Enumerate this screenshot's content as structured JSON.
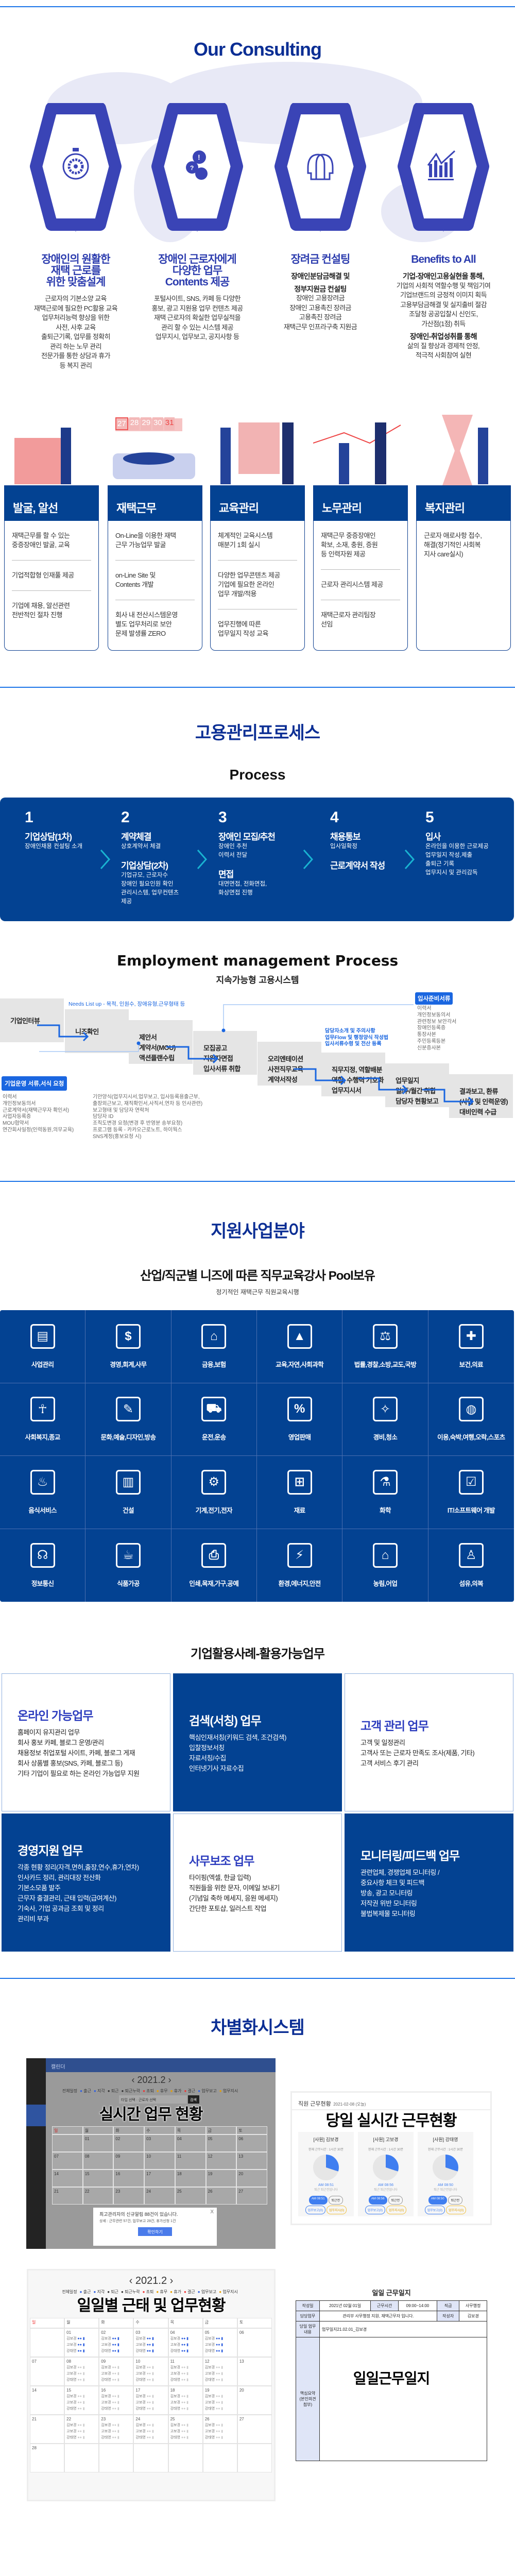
{
  "consulting": {
    "title": "Our Consulting",
    "items": [
      {
        "icon": "stopwatch-gear-icon",
        "heading": [
          "장애인의 원활한",
          "재택 근로를",
          "위한 맞춤설계"
        ],
        "lines": [
          {
            "t": "근로자의 기본소양 교육"
          },
          {
            "t": "재택근로에 필요한 PC활용 교육"
          },
          {
            "t": "업무처리능력 향상을 위한"
          },
          {
            "t": "사전, 사후 교육"
          },
          {
            "t": "출퇴근기록, 업무를 정확히"
          },
          {
            "t": "관리 하는 노무 관리"
          },
          {
            "t": "전문가를 통한 상담과 휴가"
          },
          {
            "t": "등 복지 관리"
          }
        ]
      },
      {
        "icon": "chat-bubbles-icon",
        "heading": [
          "장애인 근로자에게",
          "다양한 업무",
          "Contents 제공"
        ],
        "lines": [
          {
            "t": "포털사이트, SNS, 카페 등 다양한"
          },
          {
            "t": "홍보, 광고 지원용 업무 컨텐츠 제공"
          },
          {
            "t": "재택 근로자의 확실한 업무실적을"
          },
          {
            "t": "관리 할 수 있는 시스템 제공"
          },
          {
            "t": "업무지시, 업무보고, 공지사항 등"
          }
        ]
      },
      {
        "icon": "two-heads-icon",
        "heading": [
          "장려금 컨설팅"
        ],
        "lines": [
          {
            "t": "장애인분담금해결 및",
            "b": true
          },
          {
            "t": "정부지원금 컨설팅",
            "b": true
          },
          {
            "t": "장애인 고용장려금"
          },
          {
            "t": "장애인 고용촉진 장려금"
          },
          {
            "t": "고용촉진 장려금"
          },
          {
            "t": "재택근무 인프라구축 지원금"
          }
        ]
      },
      {
        "icon": "bar-chart-icon",
        "heading": [
          "Benefits to All"
        ],
        "lines": [
          {
            "t": "기업-장애인고용실현을 통해,",
            "b": true
          },
          {
            "t": "기업의 사회적 역할수행 및 책임기여"
          },
          {
            "t": "기업브랜드의 긍정적 이미지 획득"
          },
          {
            "t": "고용부담금해결 및 실지출비 절감"
          },
          {
            "t": "조달청 공공입찰시 신인도,"
          },
          {
            "t": "가산점(1점) 취득"
          },
          {
            "t": "장애인-취업성취를 통해",
            "b": true
          },
          {
            "t": "삶의 질 향상과 경제적 안정,"
          },
          {
            "t": "적극적 사회참여 실현"
          }
        ]
      }
    ]
  },
  "services": [
    {
      "title": "발굴, 알선",
      "groups": [
        [
          "재택근무를 할 수 있는",
          "중증장애인 발굴, 교육"
        ],
        [
          "기업적합형 인재풀 제공"
        ],
        [
          "기업에 채용, 알선관련",
          "전반적인 절차 진행"
        ]
      ]
    },
    {
      "title": "재택근무",
      "calendar_days": [
        "27",
        "28",
        "29",
        "30",
        "31"
      ],
      "groups": [
        [
          "On-Line을 이용한 재택",
          "근무 가능업무 발굴"
        ],
        [
          "on-Line Site 및",
          "Contents 개발"
        ],
        [
          "회사 내 전산시스템운영",
          "별도 업무처리로 보안",
          "문제 발생률 ZERO"
        ]
      ]
    },
    {
      "title": "교육관리",
      "groups": [
        [
          "체계적인 교육시스템",
          "매분기 1회 실시"
        ],
        [
          "다양한 업무콘텐츠 제공",
          "기업에 필요한 온라인",
          "업무 개발/적용"
        ],
        [
          "업무진행에 따른",
          "업무일지 작성 교육"
        ]
      ]
    },
    {
      "title": "노무관리",
      "groups": [
        [
          "재택근무 중증장애인",
          "확보, 소재, 충원, 증원",
          "등 인력자원 제공"
        ],
        [
          "근로자 관리시스템 제공"
        ],
        [
          "재택근로자 관리팀장",
          "선임"
        ]
      ]
    },
    {
      "title": "복지관리",
      "groups": [
        [
          "근로자 애로사항 접수,",
          "해결(정기적인 사회복",
          "지사 care실시)"
        ]
      ]
    }
  ],
  "process": {
    "section_title": "고용관리프로세스",
    "title": "Process",
    "steps": [
      {
        "num": "1",
        "blocks": [
          {
            "title": "기업상담(1차)",
            "lines": [
              "장애인채용 컨설팅 소개"
            ]
          }
        ]
      },
      {
        "num": "2",
        "blocks": [
          {
            "title": "계약체결",
            "lines": [
              "상호계약서 체결"
            ]
          },
          {
            "title": "기업상담(2차)",
            "lines": [
              "기업규모, 근로자수",
              "장애인 필요인원 확인",
              "관리시스템, 업무컨텐츠",
              "제공"
            ]
          }
        ]
      },
      {
        "num": "3",
        "blocks": [
          {
            "title": "장애인 모집/추천",
            "lines": [
              "장애인 추천",
              "이력서 전달"
            ]
          },
          {
            "title": "면접",
            "lines": [
              "대면면접, 전화면접,",
              "화상면접 진행"
            ]
          }
        ]
      },
      {
        "num": "4",
        "blocks": [
          {
            "title": "채용통보",
            "lines": [
              "입사일확정"
            ]
          },
          {
            "title": "근로계약서 작성",
            "lines": []
          }
        ]
      },
      {
        "num": "5",
        "blocks": [
          {
            "title": "입사",
            "lines": [
              "온라인을 이용한 근로제공",
              "업무일지 작성,제출",
              "출퇴근 기록",
              "업무지시 및 관리감독"
            ]
          }
        ]
      }
    ]
  },
  "employment": {
    "title": "Employment management Process",
    "subtitle": "지속가능형 고용시스템",
    "needs_note": "Needs List up - 목적, 인원수, 장애유형,근무형태 등",
    "boxes": [
      [
        "기업인터뷰"
      ],
      [
        "니즈확인"
      ],
      [
        "제안서",
        "계약서(MOU)",
        "액션플랜수립"
      ],
      [
        "모집공고",
        "지원자면접",
        "입사서류 취합"
      ],
      [
        "오리엔테이션",
        "사전직무교육",
        "계약서작성"
      ],
      [
        "직무지정, 역할배분",
        "역할, 수행력 기호화",
        "업무지시서"
      ],
      [
        "업무일지",
        "일/주/월간 취합",
        "담당자 현황보고"
      ],
      [
        "결과보고, 환류",
        "(사업 및 인력운영)",
        "대비인력 수급"
      ]
    ],
    "orientation_note": [
      "담당자소개 및 주의사항",
      "업무Flow 및 행정양식 작성법",
      "입사서류수령 및 전산 등록"
    ],
    "company_docs_label": "기업운영 서류,서식 요청",
    "company_docs": [
      "이력서",
      "개인정보동의서",
      "근로계약서(재택근무자 확인서)",
      "사업자등록증",
      "MOU협약서",
      "연간회사일정(인력동원,의무교육)"
    ],
    "forms": [
      "기안양식(업무지시서,업무보고, 입사등록용출근부,",
      "출장외근보고, 재직확인서,사직서,연차 등 인사관련)",
      "보고형태 및 담당자 연락처",
      "담당자 ID",
      "조직도변경 요청(변경 후 반영분 송부요청)",
      "프로그램 등록 - 카카오근로노트, 하이웍스",
      "SNS계정(홍보요청 시)"
    ],
    "hiring_docs_label": "입사준비서류",
    "hiring_docs": [
      "이력서",
      "개인정보동의서",
      "관련정보 보안각서",
      "장애인등록증",
      "통장사본",
      "주민등록등본",
      "신분증사본"
    ]
  },
  "fields": {
    "section_title": "지원사업분야",
    "headline": "산업/직군별 니즈에 따른 직무교육강사 Pool보유",
    "sub": "정기적인 재택근무 직원교육시행",
    "items": [
      {
        "label": "사업관리",
        "icon": "clipboard-chart-icon",
        "g": "▤"
      },
      {
        "label": "경영,회계,사무",
        "icon": "coins-icon",
        "g": "$"
      },
      {
        "label": "금융,보험",
        "icon": "bank-icon",
        "g": "⌂"
      },
      {
        "label": "교육,자연,사회과학",
        "icon": "graduation-cap-icon",
        "g": "▲"
      },
      {
        "label": "법률,경찰,소방,교도,국방",
        "icon": "scales-icon",
        "g": "⚖"
      },
      {
        "label": "보건,의료",
        "icon": "hospital-icon",
        "g": "✚"
      },
      {
        "label": "사회복지,종교",
        "icon": "angel-icon",
        "g": "☥"
      },
      {
        "label": "문화,예술,디자인,방송",
        "icon": "palette-icon",
        "g": "✎"
      },
      {
        "label": "운전,운송",
        "icon": "truck-icon",
        "g": "⛟"
      },
      {
        "label": "영업판매",
        "icon": "price-tag-icon",
        "g": "%"
      },
      {
        "label": "경비,청소",
        "icon": "cleaning-icon",
        "g": "✧"
      },
      {
        "label": "이용,숙박,여행,오락,스포츠",
        "icon": "ball-icon",
        "g": "◍"
      },
      {
        "label": "음식서비스",
        "icon": "salad-bowl-icon",
        "g": "♨"
      },
      {
        "label": "건설",
        "icon": "crane-building-icon",
        "g": "▥"
      },
      {
        "label": "기계,전기,전자",
        "icon": "gear-conveyor-icon",
        "g": "⚙"
      },
      {
        "label": "재료",
        "icon": "hierarchy-icon",
        "g": "⊞"
      },
      {
        "label": "화학",
        "icon": "dna-icon",
        "g": "⚗"
      },
      {
        "label": "IT/소프트웨어 개발",
        "icon": "monitor-checklist-icon",
        "g": "☑"
      },
      {
        "label": "정보통신",
        "icon": "antenna-tower-icon",
        "g": "☊"
      },
      {
        "label": "식품가공",
        "icon": "milk-carton-icon",
        "g": "☕"
      },
      {
        "label": "인쇄,목재,가구,공예",
        "icon": "printer-icon",
        "g": "⎙"
      },
      {
        "label": "환경,에너지,안전",
        "icon": "electric-car-icon",
        "g": "⚡"
      },
      {
        "label": "농림,어업",
        "icon": "barn-icon",
        "g": "⌂"
      },
      {
        "label": "섬유,의복",
        "icon": "shirt-icon",
        "g": "♙"
      }
    ]
  },
  "usecases": {
    "title": "기업활용사례-활용가능업무",
    "cards": [
      {
        "title": "온라인 가능업무",
        "blue": false,
        "lines": [
          "홈페이지 유지관리 업무",
          "회사 홍보 카페, 블로그 운영/관리",
          "채용정보 취업포털 사이트, 카페, 블로그 게재",
          "회사 상품별 홍보(SNS, 카페, 블로그 등)",
          "기타 기업이 필요로 하는 온라인 가능업무 지원"
        ]
      },
      {
        "title": "검색(서칭) 업무",
        "blue": true,
        "lines": [
          "핵심인재서칭(키워드 검색, 조건검색)",
          "입찰정보서칭",
          "자료서칭/수집",
          "인터넷기사 자료수집"
        ]
      },
      {
        "title": "고객 관리 업무",
        "blue": false,
        "lines": [
          "고객 및 일정관리",
          "고객사 또는 근로자 만족도 조사(제품, 기타)",
          "고객 서비스 후기 관리"
        ]
      },
      {
        "title": "경영지원 업무",
        "blue": true,
        "lines": [
          "각종 현황 정리(자격,면허,출장,연수,휴가,연차)",
          "인사카드 정리, 관리대장 전산화",
          "기본소모품 발주",
          "근무자 출결관리, 근태 입력(급여계산)",
          "기숙사, 기업 공과금 조회 및 정리",
          "관리비 부과"
        ]
      },
      {
        "title": "사무보조 업무",
        "blue": false,
        "lines": [
          "타이핑(엑셀, 한글 입력)",
          "직원들을 위한 문자, 이메일 보내기",
          "(기념일 축하 메세지, 응원 메세지)",
          "간단한 포토샵, 일러스트 작업"
        ]
      },
      {
        "title": "모니터링/피드백 업무",
        "blue": true,
        "lines": [
          "관련업체, 경쟁업체 모니터링 /",
          "중요사항 체크 및 피드백",
          "방송, 광고 모니터링",
          "저작권 위반 모니터링",
          "불법복제물 모니터링"
        ]
      }
    ]
  },
  "system": {
    "title": "차별화시스템",
    "calendar": {
      "header": "캘린더",
      "month": "2021.2",
      "legend": [
        "전체일정",
        "출근",
        "지각",
        "퇴근",
        "퇴근누락",
        "조퇴",
        "휴무",
        "휴가",
        "결근",
        "업무보고",
        "업무지시"
      ],
      "type_select": "타입 선택",
      "worker_select": "근로자 선택",
      "search": "검색",
      "weekdays": [
        "일",
        "월",
        "화",
        "수",
        "목",
        "금",
        "토"
      ],
      "popup_text": "최고관리자의 신규알림 88건이 있습니다.",
      "popup_detail": "상세 : 근무관련 57건, 업무보고 28건, 휴가신청 1건",
      "popup_button": "확인하기",
      "overlay": "실시간 업무 현황"
    },
    "status": {
      "title": "직원 근무현황",
      "date": "2021-02-08 (오늘)",
      "overlay": "당일 실시간 근무현황",
      "work_time": "현재 근무시간 : 1시간 30분",
      "leave_text": "퇴근 퇴근전입니다",
      "btn_leave": "퇴근전",
      "btn_report": "업무보고(0)",
      "btn_order": "업무지시(0)",
      "employees": [
        {
          "name": "[사원] 김보경",
          "in": "AM 08:51",
          "progress": 0.3
        },
        {
          "name": "[사원] 고보경",
          "in": "AM 08:56",
          "progress": 0.3
        },
        {
          "name": "[사원] 강태영",
          "in": "AM 08:50",
          "progress": 0.3
        }
      ]
    },
    "daily_calendar": {
      "month": "2021.2",
      "overlay": "일일별 근태 및 업무현황",
      "weeks": [
        [
          "",
          "01",
          "02",
          "03",
          "04",
          "05",
          "06"
        ],
        [
          "07",
          "08",
          "09",
          "10",
          "11",
          "12",
          "13"
        ],
        [
          "14",
          "15",
          "16",
          "17",
          "18",
          "19",
          "20"
        ],
        [
          "21",
          "22",
          "23",
          "24",
          "25",
          "26",
          "27"
        ],
        [
          "28",
          "",
          "",
          "",
          "",
          "",
          ""
        ]
      ],
      "staff": [
        "김보경",
        "고보경",
        "강태영"
      ]
    },
    "journal": {
      "title": "일일 근무일지",
      "row1": [
        "작성일",
        "2021년 02월 01일",
        "근무시간",
        "09:00~14:00",
        "직급",
        "사무행정"
      ],
      "row2": [
        "담당업무",
        "관리부 사무행정 지원, 재택근무자 입니다.",
        "작성자",
        "김보경"
      ],
      "row3": [
        "당일 업무내용",
        "업무일지21.02.01_김보경"
      ],
      "row4_label": "핵심요약 (본인의견첨부)",
      "overlay": "일일근무일지"
    }
  },
  "colors": {
    "navy": "#034292",
    "title": "#0b2e94",
    "hex": "#3a44b6",
    "accent": "#1a66e0"
  }
}
